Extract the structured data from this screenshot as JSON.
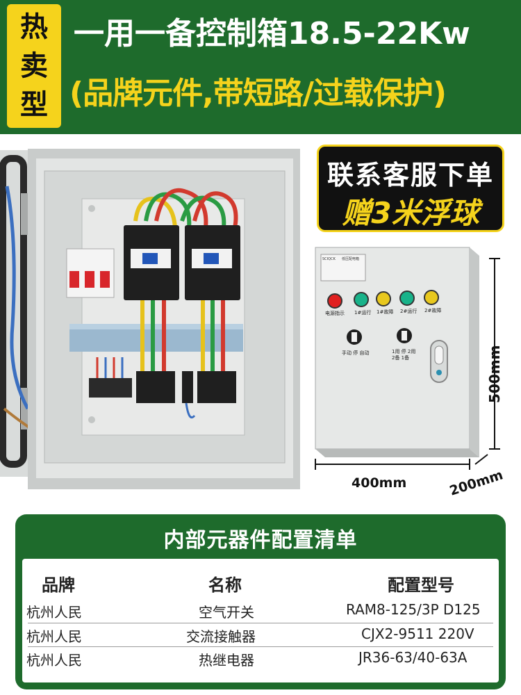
{
  "header": {
    "badge": [
      "热",
      "卖",
      "型"
    ],
    "title": "一用一备控制箱18.5-22Kw",
    "subtitle": "(品牌元件,带短路/过载保护)"
  },
  "promo": {
    "line1": "联系客服下单",
    "line2": "赠3米浮球"
  },
  "product": {
    "panel_brand": "SCIQCK",
    "panel_title": "低压配电箱",
    "lights": [
      {
        "label": "电源指示",
        "color": "#e02020"
      },
      {
        "label": "1#运行",
        "color": "#19b38a"
      },
      {
        "label": "1#故障",
        "color": "#e8c81e"
      },
      {
        "label": "2#运行",
        "color": "#19b38a"
      },
      {
        "label": "2#故障",
        "color": "#e8c81e"
      }
    ],
    "switch1_label": "手动 停 自动",
    "switch2_label": "1用 停 2用 2备 1备",
    "dims": {
      "height": "500mm",
      "width": "400mm",
      "depth": "200mm"
    }
  },
  "config": {
    "title": "内部元器件配置清单",
    "headers": [
      "品牌",
      "名称",
      "配置型号"
    ],
    "rows": [
      [
        "杭州人民",
        "空气开关",
        "RAM8-125/3P  D125"
      ],
      [
        "杭州人民",
        "交流接触器",
        "CJX2-9511  220V"
      ],
      [
        "杭州人民",
        "热继电器",
        "JR36-63/40-63A"
      ]
    ]
  },
  "colors": {
    "brand_green": "#1e6b2c",
    "accent_yellow": "#f5d31c"
  }
}
